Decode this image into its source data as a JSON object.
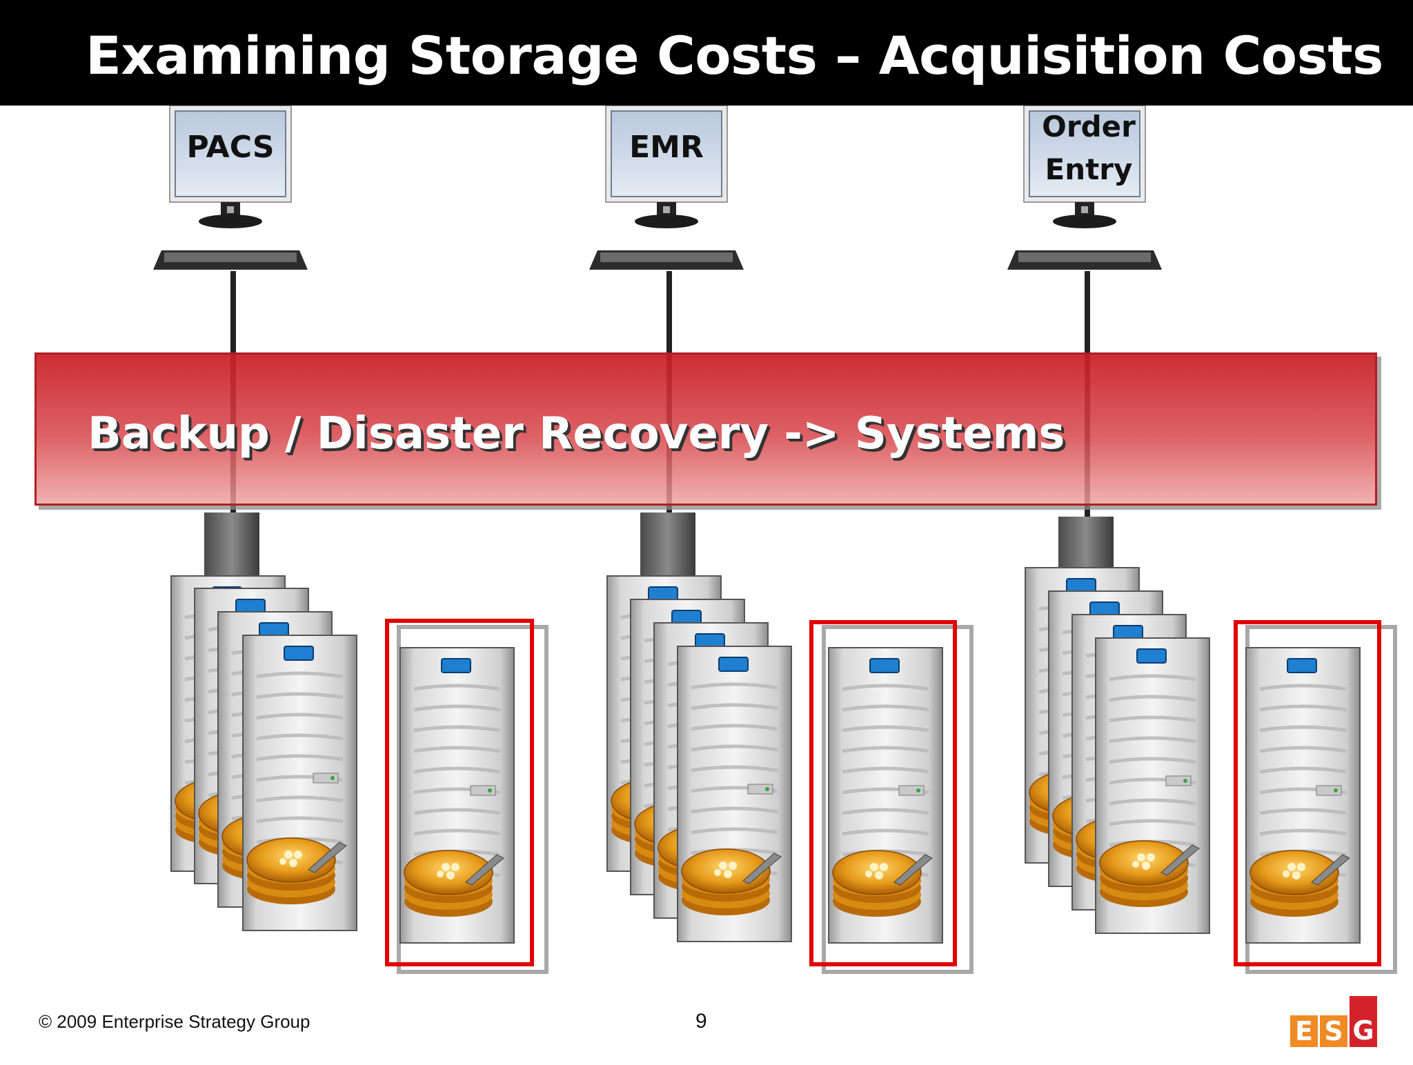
{
  "title": "Examining Storage Costs – Acquisition Costs",
  "systems": [
    {
      "label_lines": [
        "PACS"
      ]
    },
    {
      "label_lines": [
        "EMR"
      ]
    },
    {
      "label_lines": [
        "Order",
        "Entry"
      ]
    }
  ],
  "banner": {
    "text": "Backup / Disaster Recovery -> Systems"
  },
  "footer": {
    "copyright": "© 2009 Enterprise Strategy Group",
    "page_number": "9"
  },
  "logo": {
    "letters": [
      "E",
      "S",
      "G"
    ]
  },
  "colors": {
    "title_bar": "#000000",
    "banner_red": "#c81e26",
    "highlight_box": "#e00000",
    "logo_orange": "#f08a24",
    "logo_red": "#d3232a"
  }
}
